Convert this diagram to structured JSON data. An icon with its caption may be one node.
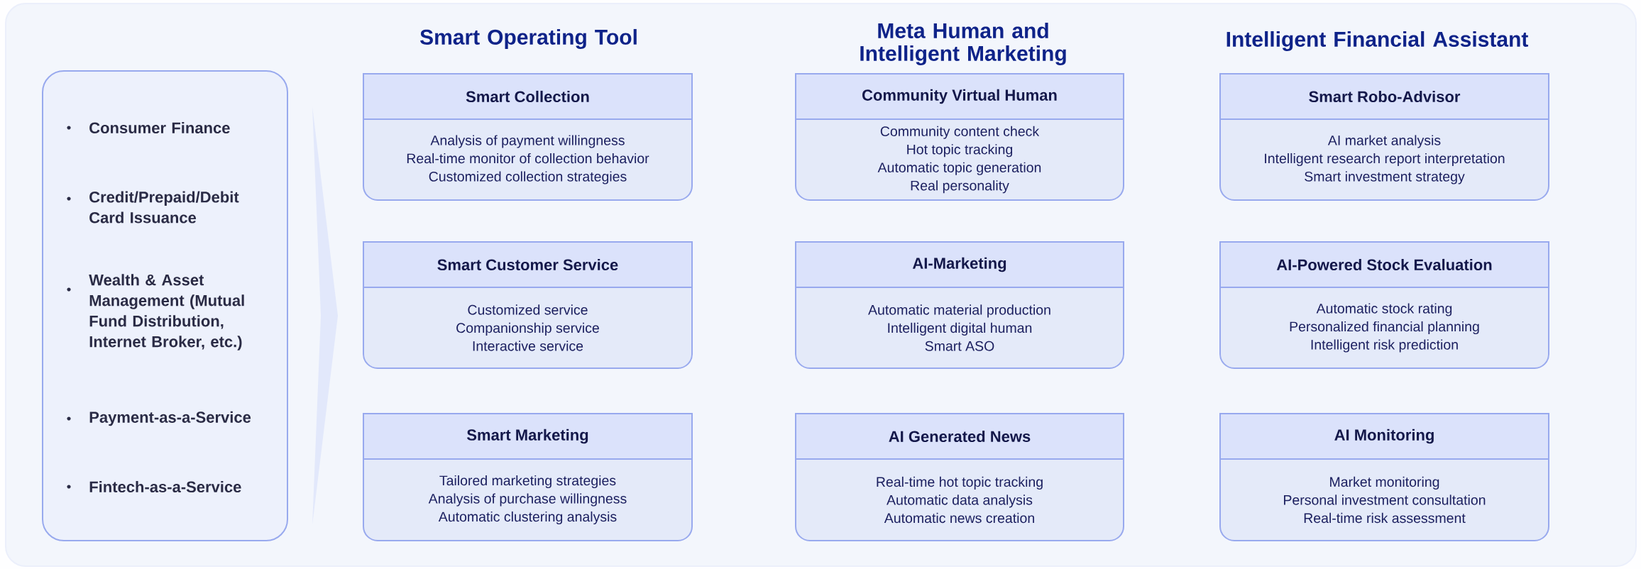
{
  "diagram": {
    "nodes": [
      {
        "text": [
          "Consumer Finance",
          "Credit/Prepaid/Debit Card Issuance",
          "Wealth & Asset Management (Mutual Fund Distribution, Internet Broker, etc.)",
          "Payment-as-a-Service",
          "Fintech-as-a-Service"
        ]
      },
      {
        "text": [],
        "shape": "triangle"
      },
      {
        "text": [
          "Smart Collection",
          "Analysis of payment willingness",
          "Real-time monitor of collection behavior",
          "Customized collection strategies"
        ]
      },
      {
        "text": [
          "Smart Customer Service",
          "Customized service",
          "Companionship service",
          "Interactive service"
        ]
      },
      {
        "text": [
          "Smart Marketing",
          "Tailored marketing strategies",
          "Analysis of purchase willingness",
          "Automatic clustering analysis"
        ]
      },
      {
        "text": [
          "Community Virtual Human",
          "Community content check",
          "Hot topic tracking",
          "Automatic topic generation",
          "Real personality"
        ]
      },
      {
        "text": [
          "AI-Marketing",
          "Automatic material production",
          "Intelligent digital human",
          "Smart ASO"
        ]
      },
      {
        "text": [
          "AI Generated News",
          "Real-time hot topic tracking",
          "Automatic data analysis",
          "Automatic news creation"
        ]
      },
      {
        "text": [
          "Smart Robo-Advisor",
          "AI market analysis",
          "Intelligent research report interpretation",
          "Smart investment strategy"
        ]
      },
      {
        "text": [
          "AI-Powered Stock Evaluation",
          "Automatic stock rating",
          "Personalized financial planning",
          "Intelligent risk prediction"
        ]
      },
      {
        "text": [
          "AI Monitoring",
          "Market monitoring",
          "Personal investment consultation",
          "Real-time risk assessment"
        ]
      }
    ],
    "labels": [
      "Smart Operating Tool",
      "Meta Human and Intelligent Marketing",
      "Intelligent Financial Assistant"
    ]
  }
}
